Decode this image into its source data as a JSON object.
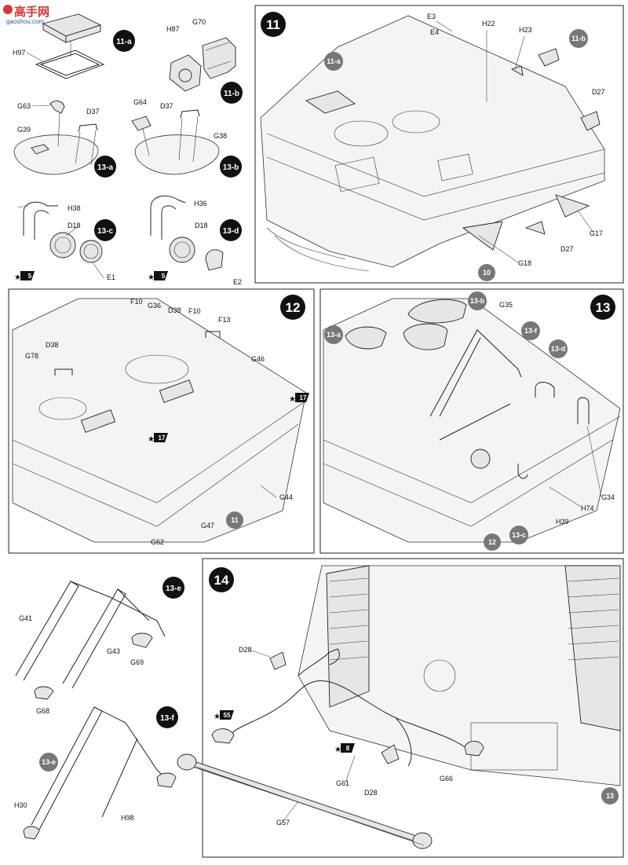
{
  "watermark": {
    "cn": "高手网",
    "url": "gaoshou.com"
  },
  "sub_badges": {
    "11a": "11-a",
    "11b": "11-b",
    "13a": "13-a",
    "13b": "13-b",
    "13c": "13-c",
    "13d": "13-d",
    "13e": "13-e",
    "13f": "13-f"
  },
  "step_numbers": {
    "s11": "11",
    "s12": "12",
    "s13": "13",
    "s14": "14"
  },
  "ref_circles": {
    "r10": "10",
    "r11": "11",
    "r12": "12",
    "r13": "13"
  },
  "stars": {
    "s5a": "5",
    "s5b": "5",
    "s17a": "17",
    "s17b": "17",
    "s55": "55",
    "s8": "8"
  },
  "labels": {
    "H97": "H97",
    "H87": "H87",
    "G70": "G70",
    "G63": "G63",
    "D37a": "D37",
    "G39": "G39",
    "G64": "G64",
    "D37b": "D37",
    "G38": "G38",
    "H38": "H38",
    "D18a": "D18",
    "E1": "E1",
    "H36": "H36",
    "D18b": "D18",
    "E2": "E2",
    "E3": "E3",
    "E4": "E4",
    "H22": "H22",
    "H23": "H23",
    "D27a": "D27",
    "D27b": "D27",
    "G17": "G17",
    "G18": "G18",
    "F10a": "F10",
    "G36": "G36",
    "D38a": "D38",
    "F10b": "F10",
    "F13": "F13",
    "D38b": "D38",
    "G78": "G78",
    "G46": "G46",
    "G44": "G44",
    "G47": "G47",
    "G62": "G62",
    "G35": "G35",
    "G34": "G34",
    "H74": "H74",
    "H39": "H39",
    "G41": "G41",
    "G43": "G43",
    "G69": "G69",
    "G68": "G68",
    "H30": "H30",
    "H98": "H98",
    "D28a": "D28",
    "D28b": "D28",
    "G61": "G61",
    "G66": "G66",
    "G57": "G57"
  }
}
